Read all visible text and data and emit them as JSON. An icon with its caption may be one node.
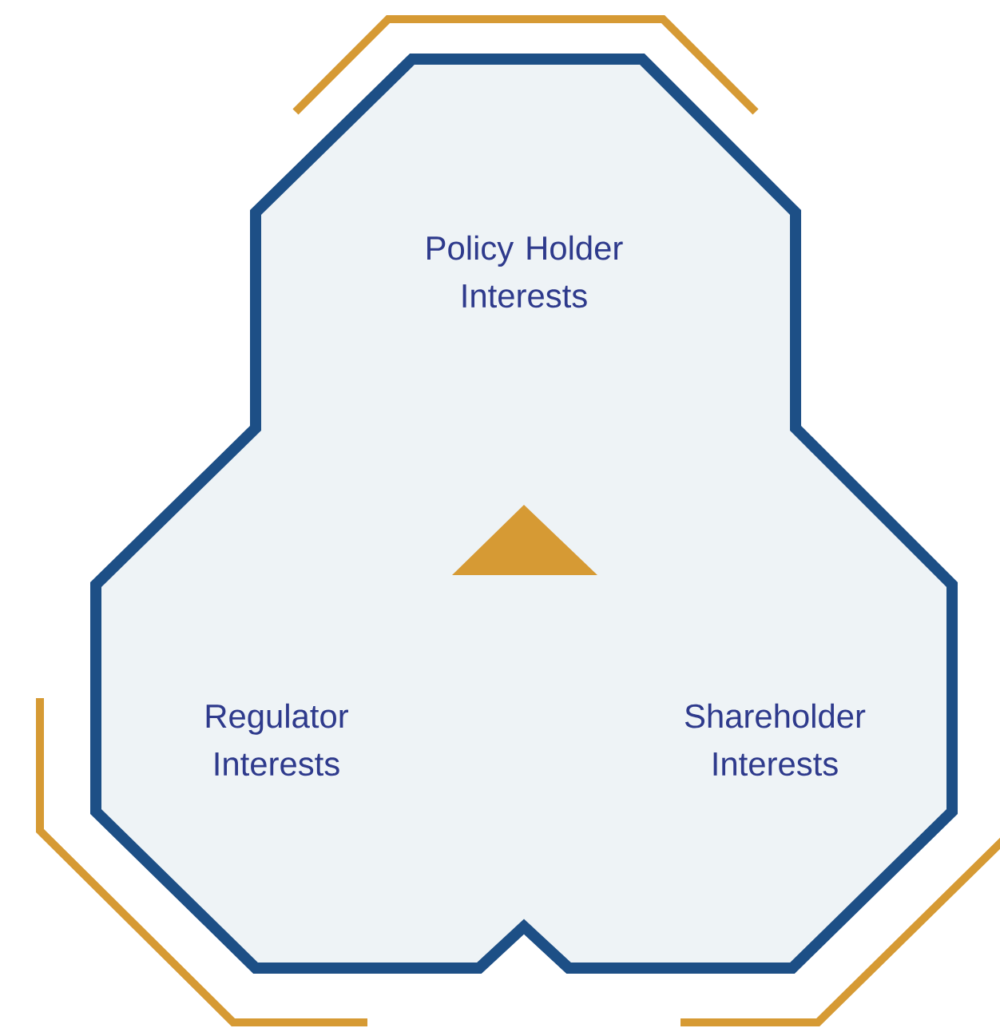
{
  "diagram": {
    "nodes": [
      {
        "text": [
          "Policy Holder Interests",
          "Regulator Interests",
          "Shareholder Interests"
        ]
      }
    ]
  }
}
